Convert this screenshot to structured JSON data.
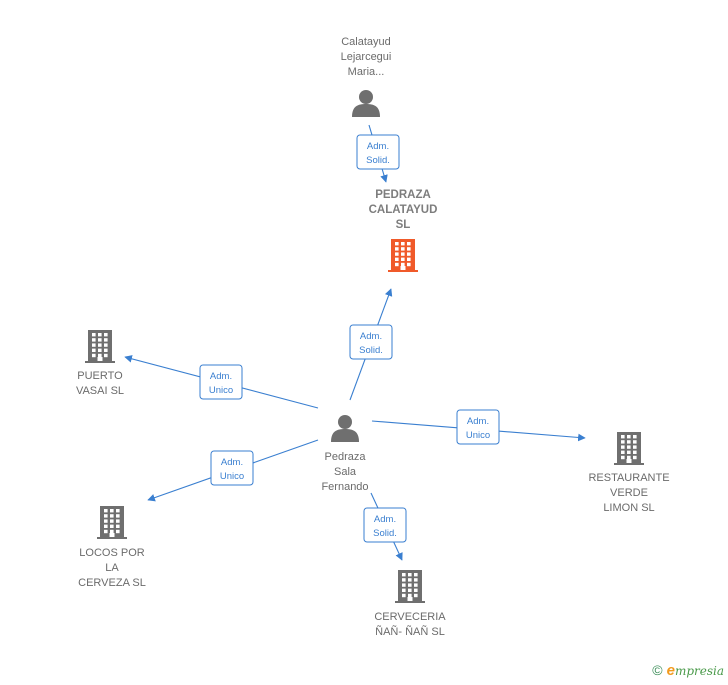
{
  "colors": {
    "edge": "#3a7fd0",
    "node_default": "#6f6f6f",
    "node_highlight": "#f05a2a",
    "label": "#6b6b6b"
  },
  "nodes": [
    {
      "id": "calatayud",
      "kind": "person",
      "highlight": false,
      "lines": [
        "Calatayud",
        "Lejarcegui",
        "Maria..."
      ]
    },
    {
      "id": "pedraza_calatayud",
      "kind": "company",
      "highlight": true,
      "lines": [
        "PEDRAZA",
        "CALATAYUD",
        "SL"
      ]
    },
    {
      "id": "pedraza_sala",
      "kind": "person",
      "highlight": false,
      "lines": [
        "Pedraza",
        "Sala",
        "Fernando"
      ]
    },
    {
      "id": "puerto_vasai",
      "kind": "company",
      "highlight": false,
      "lines": [
        "PUERTO",
        "VASAI  SL"
      ]
    },
    {
      "id": "locos_por_la_cerveza",
      "kind": "company",
      "highlight": false,
      "lines": [
        "LOCOS POR",
        "LA",
        "CERVEZA  SL"
      ]
    },
    {
      "id": "restaurante_verde_limon",
      "kind": "company",
      "highlight": false,
      "lines": [
        "RESTAURANTE",
        "VERDE",
        "LIMON  SL"
      ]
    },
    {
      "id": "cerveceria",
      "kind": "company",
      "highlight": false,
      "lines": [
        "CERVECERIA",
        "ÑAÑ- ÑAÑ SL"
      ]
    }
  ],
  "edges": [
    {
      "from": "calatayud",
      "to": "pedraza_calatayud",
      "label": [
        "Adm.",
        "Solid."
      ]
    },
    {
      "from": "pedraza_sala",
      "to": "pedraza_calatayud",
      "label": [
        "Adm.",
        "Solid."
      ]
    },
    {
      "from": "pedraza_sala",
      "to": "puerto_vasai",
      "label": [
        "Adm.",
        "Unico"
      ]
    },
    {
      "from": "pedraza_sala",
      "to": "locos_por_la_cerveza",
      "label": [
        "Adm.",
        "Unico"
      ]
    },
    {
      "from": "pedraza_sala",
      "to": "restaurante_verde_limon",
      "label": [
        "Adm.",
        "Unico"
      ]
    },
    {
      "from": "pedraza_sala",
      "to": "cerveceria",
      "label": [
        "Adm.",
        "Solid."
      ]
    }
  ],
  "footer": {
    "copyright": "©",
    "brand_initial": "e",
    "brand_rest": "mpresia"
  }
}
